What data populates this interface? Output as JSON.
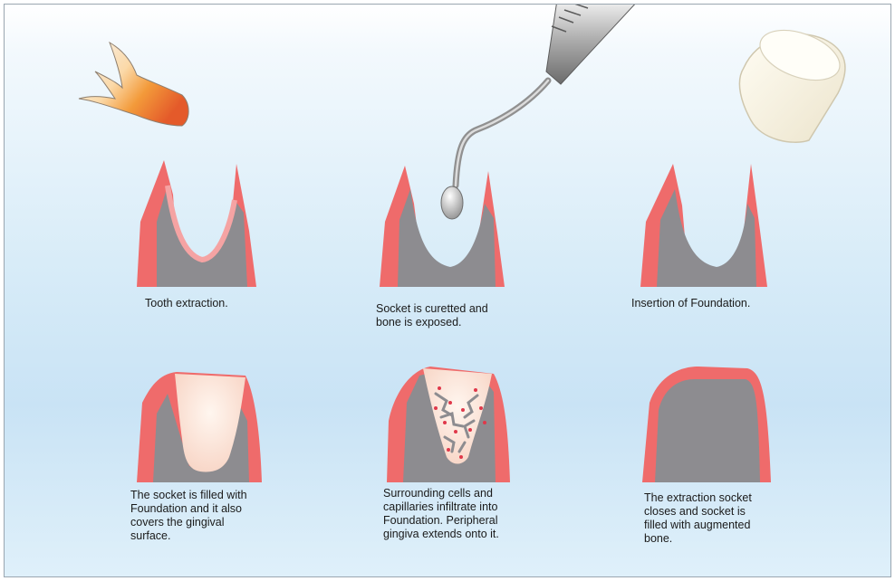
{
  "steps": [
    {
      "caption": "Tooth extraction."
    },
    {
      "caption": "Socket is curetted and\nbone is exposed."
    },
    {
      "caption": "Insertion of Foundation."
    },
    {
      "caption": "The socket is filled with\nFoundation and it also\ncovers the gingival\nsurface."
    },
    {
      "caption": "Surrounding cells and\ncapillaries infiltrate into\nFoundation. Peripheral\ngingiva extends onto it."
    },
    {
      "caption": "The extraction socket\ncloses and socket is\nfilled with augmented\nbone."
    }
  ],
  "colors": {
    "gingiva": "#ef6b6b",
    "gingiva_light": "#f5a3a3",
    "bone": "#8d8c90",
    "foundation": "#fbe7d8"
  },
  "icons": [
    "extracted-tooth-icon",
    "curette-instrument-icon",
    "foundation-plug-icon"
  ]
}
